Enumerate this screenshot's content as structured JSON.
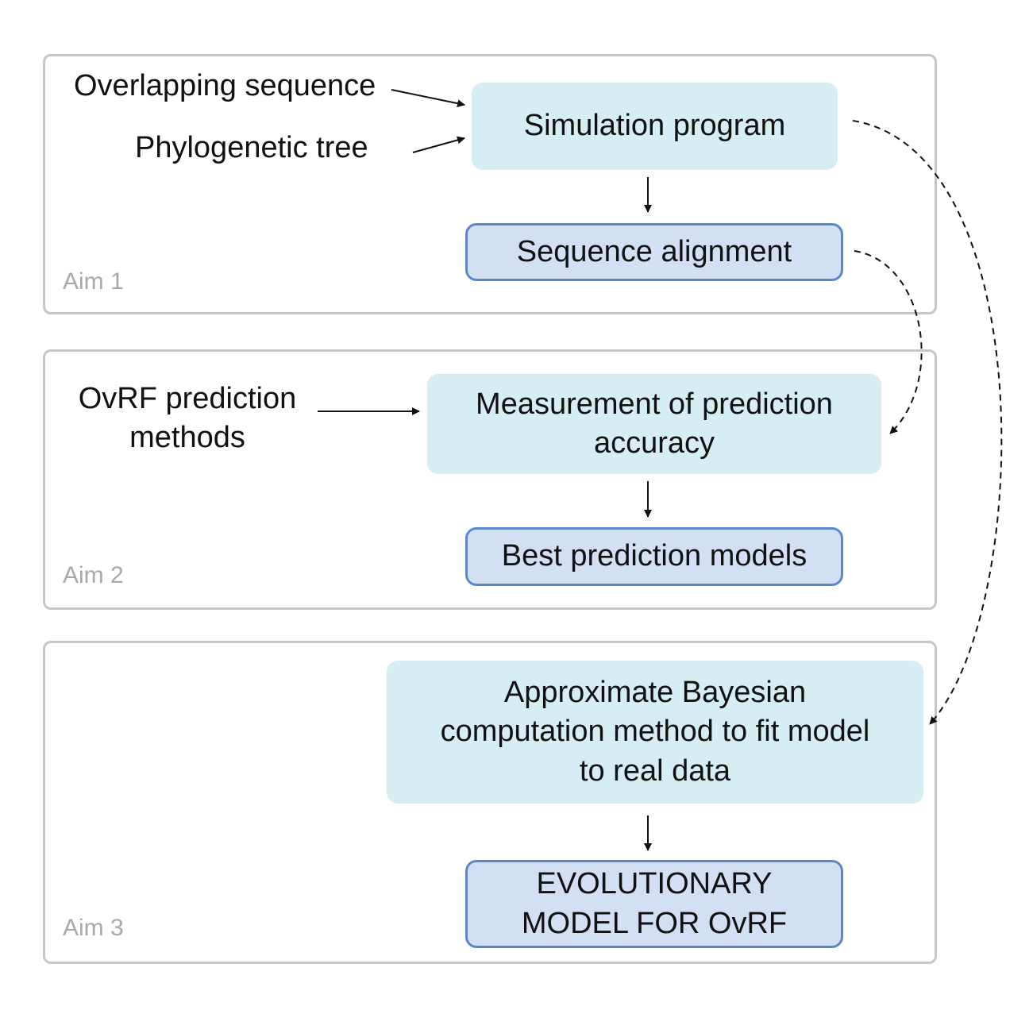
{
  "aims": [
    {
      "label": "Aim 1"
    },
    {
      "label": "Aim 2"
    },
    {
      "label": "Aim 3"
    }
  ],
  "inputs": {
    "overlapping_sequence": "Overlapping sequence",
    "phylogenetic_tree": "Phylogenetic tree",
    "ovrf_prediction_methods": "OvRF prediction\nmethods"
  },
  "nodes": {
    "simulation_program": "Simulation program",
    "sequence_alignment": "Sequence alignment",
    "measurement_accuracy": "Measurement of prediction\naccuracy",
    "best_prediction_models": "Best prediction models",
    "abc_method": "Approximate Bayesian\ncomputation method to fit model\nto real data",
    "evolutionary_model": "EVOLUTIONARY\nMODEL FOR OvRF"
  },
  "colors": {
    "process_fill": "#d6edf3",
    "output_fill": "#d3dff2",
    "output_border": "#5b87cf",
    "frame_border": "#c6c6c6",
    "aim_label": "#a9a9a9"
  }
}
